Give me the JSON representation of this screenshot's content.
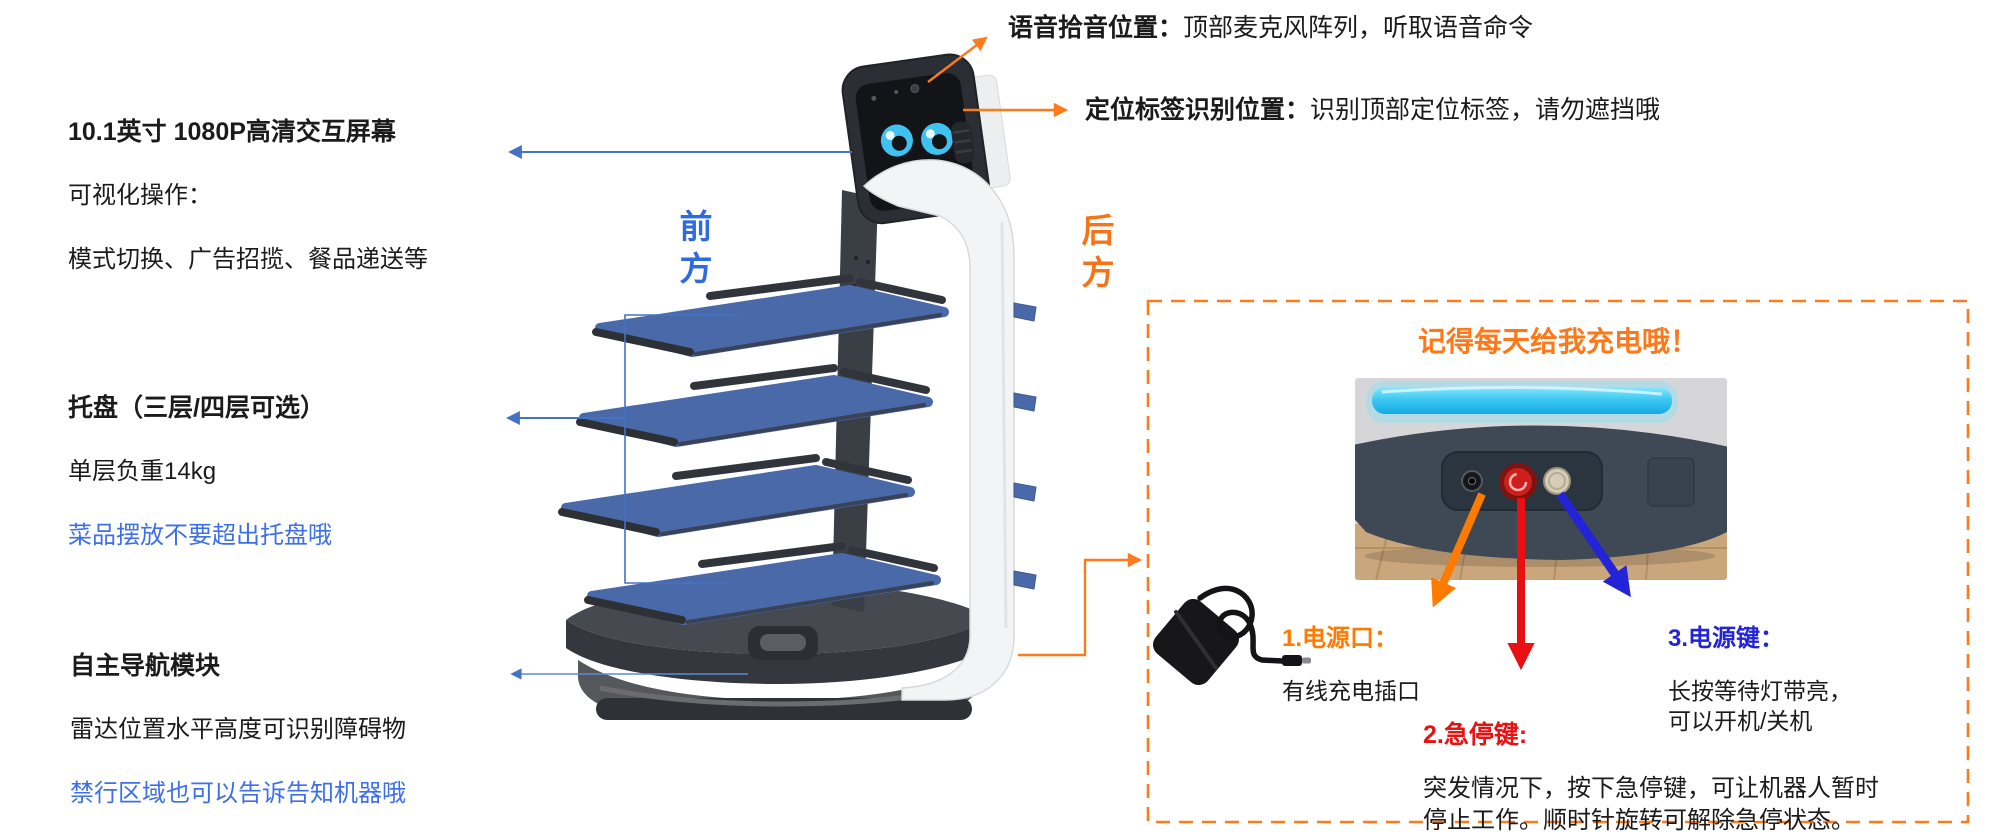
{
  "annotations": {
    "voice": {
      "title": "语音拾音位置：",
      "desc": "顶部麦克风阵列，听取语音命令"
    },
    "tag": {
      "title": "定位标签识别位置：",
      "desc": "识别顶部定位标签，请勿遮挡哦"
    },
    "screen": {
      "title": "10.1英寸 1080P高清交互屏幕",
      "line2": "可视化操作：",
      "line3": "模式切换、广告招揽、餐品递送等"
    },
    "tray": {
      "title": "托盘（三层/四层可选）",
      "line2": "单层负重14kg",
      "line3": "菜品摆放不要超出托盘哦"
    },
    "nav": {
      "title": "自主导航模块",
      "line2": "雷达位置水平高度可识别障碍物",
      "line3": "禁行区域也可以告诉告知机器哦"
    },
    "front_label": "前\n方",
    "back_label": "后\n方"
  },
  "charge_panel": {
    "title": "记得每天给我充电哦！",
    "item1_label": "1.电源口：",
    "item1_desc": "有线充电插口",
    "item2_label": "2.急停键:",
    "item2_desc": "突发情况下，按下急停键，可让机器人暂时\n停止工作。顺时针旋转可解除急停状态。",
    "item3_label": "3.电源键：",
    "item3_desc": "长按等待灯带亮，\n可以开机/关机"
  },
  "colors": {
    "accent_orange": "#FF7A1A",
    "label_orange": "#FF7A00",
    "label_red": "#E81212",
    "label_blue": "#2323D8",
    "note_blue_text": "#3D6FE8",
    "front_blue_text": "#2E6BE0",
    "annotation_line_blue": "#4472C4",
    "tray_blue": "#4A69A8",
    "led_cyan": "#3EC9F2",
    "robot_dark": "#2B2F35",
    "eye_cyan": "#3FC2EF"
  }
}
